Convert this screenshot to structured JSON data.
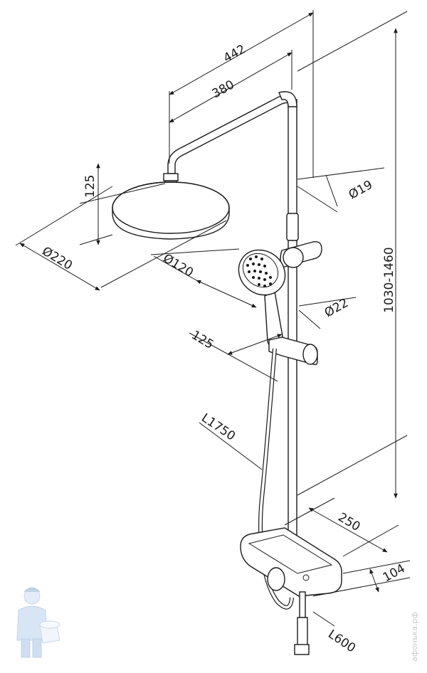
{
  "dimensions": {
    "arm_outer": "442",
    "arm_inner": "380",
    "head_height": "125",
    "head_diameter": "Ø220",
    "hand_diameter": "Ø120",
    "pipe_diameter": "Ø19",
    "holder_diameter": "Ø22",
    "hand_offset": "125",
    "hose_length": "L1750",
    "height_range": "1030-1460",
    "shelf_width": "250",
    "shelf_depth": "104",
    "inlet_hose_length": "L600"
  },
  "watermark": {
    "text": "афонька.рф"
  }
}
